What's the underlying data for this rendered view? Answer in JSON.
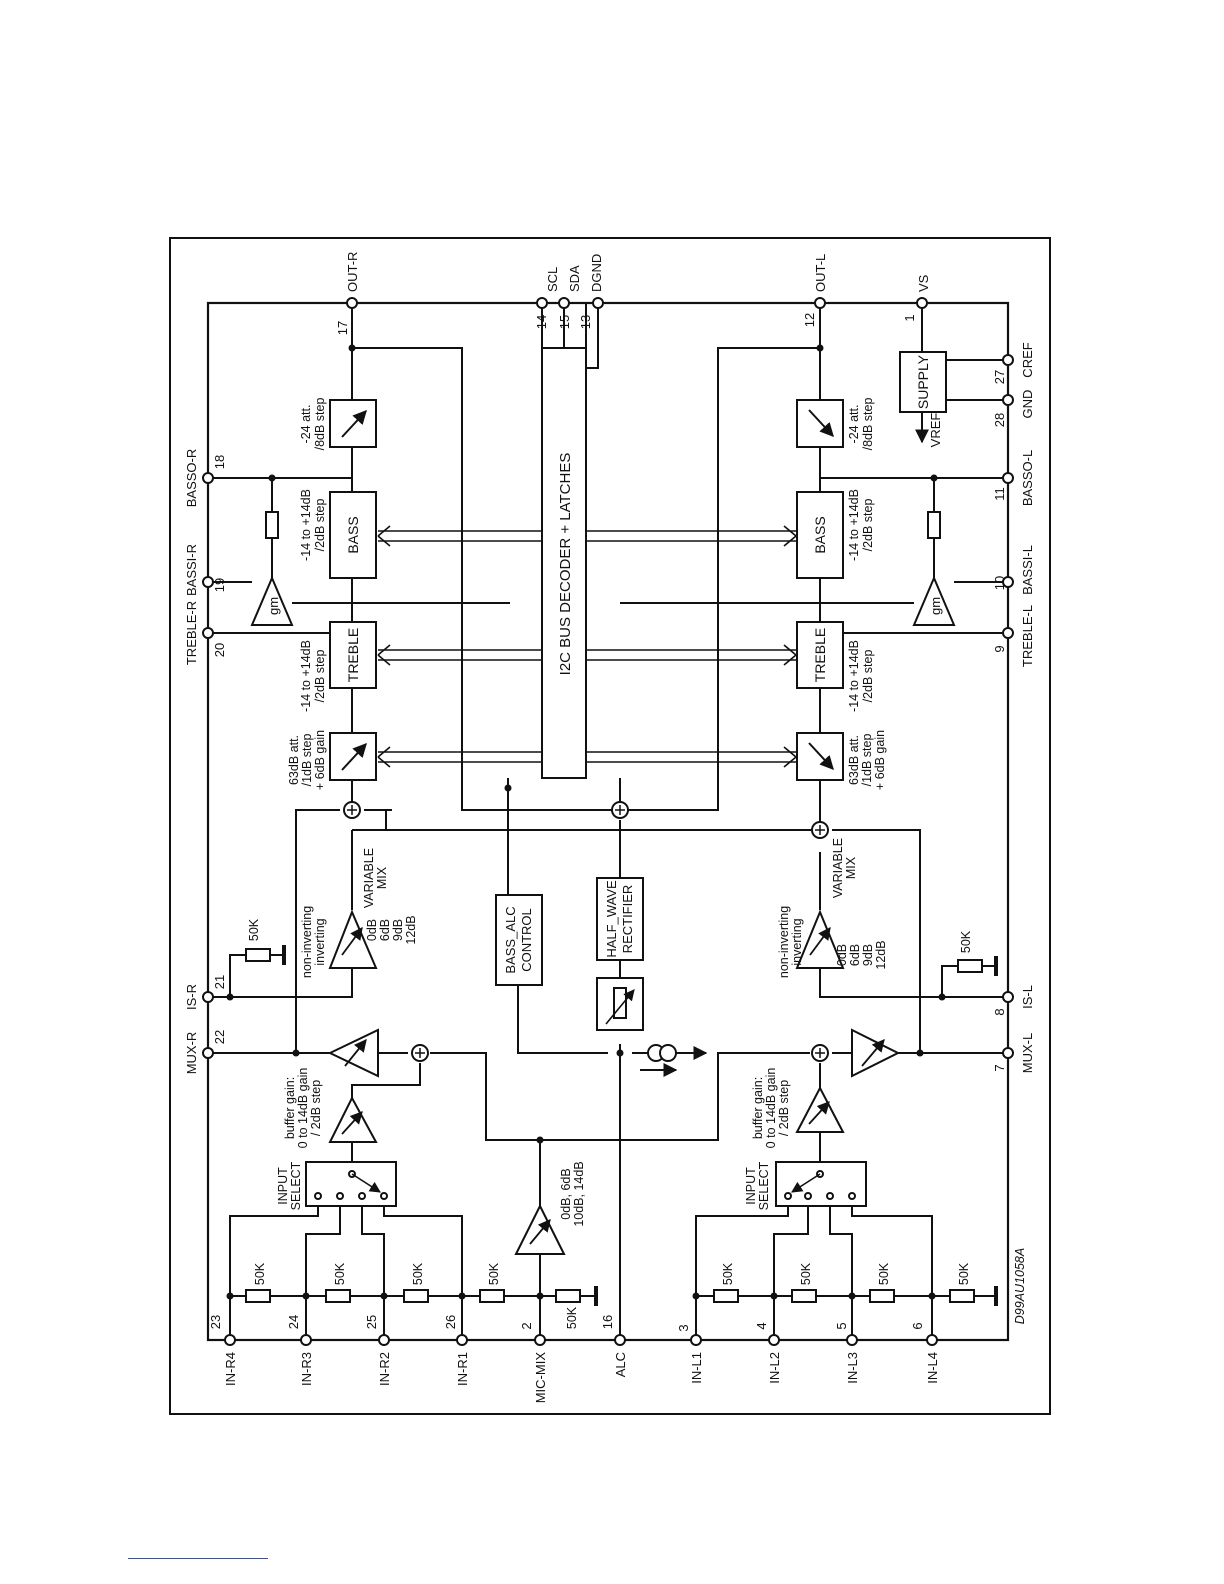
{
  "pins_top": [
    {
      "name": "OUT-R",
      "num": "17"
    },
    {
      "name": "SCL",
      "num": "14"
    },
    {
      "name": "SDA",
      "num": "15"
    },
    {
      "name": "DGND",
      "num": "13"
    },
    {
      "name": "OUT-L",
      "num": "12"
    },
    {
      "name": "VS",
      "num": "1"
    }
  ],
  "pins_left": [
    {
      "name": "BASSO-R",
      "num": "18"
    },
    {
      "name": "BASSI-R",
      "num": "19"
    },
    {
      "name": "TREBLE-R",
      "num": "20"
    },
    {
      "name": "IS-R",
      "num": "21"
    },
    {
      "name": "MUX-R",
      "num": "22"
    }
  ],
  "pins_right": [
    {
      "name": "CREF",
      "num": "27"
    },
    {
      "name": "GND",
      "num": "28"
    },
    {
      "name": "BASSO-L",
      "num": "11"
    },
    {
      "name": "BASSI-L",
      "num": "10"
    },
    {
      "name": "TREBLE-L",
      "num": "9"
    },
    {
      "name": "IS-L",
      "num": "8"
    },
    {
      "name": "MUX-L",
      "num": "7"
    }
  ],
  "pins_bottom": [
    {
      "name": "IN-R4",
      "num": "23"
    },
    {
      "name": "IN-R3",
      "num": "24"
    },
    {
      "name": "IN-R2",
      "num": "25"
    },
    {
      "name": "IN-R1",
      "num": "26"
    },
    {
      "name": "MIC-MIX",
      "num": "2"
    },
    {
      "name": "ALC",
      "num": "16"
    },
    {
      "name": "IN-L1",
      "num": "3"
    },
    {
      "name": "IN-L2",
      "num": "4"
    },
    {
      "name": "IN-L3",
      "num": "5"
    },
    {
      "name": "IN-L4",
      "num": "6"
    }
  ],
  "blocks": {
    "bus_decoder": "I2C BUS DECODER + LATCHES",
    "bass": "BASS",
    "treble": "TREBLE",
    "supply": "SUPPLY",
    "bass_alc": [
      "BASS_ALC",
      "CONTROL"
    ],
    "half_wave": [
      "HALF_WAVE",
      "RECTIFIER"
    ],
    "input_select": [
      "INPUT",
      "SELECT"
    ],
    "gm": "gm"
  },
  "labels": {
    "out_att": [
      "-24 att.",
      "/8dB step"
    ],
    "bass_range": [
      "-14 to +14dB",
      "/2dB step"
    ],
    "treble_range": [
      "-14 to +14dB",
      "/2dB step"
    ],
    "volume": [
      "63dB att.",
      "/1dB step",
      "+ 6dB gain"
    ],
    "variable_mix": [
      "VARIABLE",
      "MIX"
    ],
    "inverting": [
      "non-inverting",
      "inverting"
    ],
    "mix_gains": [
      "0dB",
      "6dB",
      "9dB",
      "12dB"
    ],
    "buffer_gain": [
      "buffer gain:",
      "0 to 14dB gain",
      "/ 2dB step"
    ],
    "mic_gain": [
      "0dB, 6dB",
      "10dB, 14dB"
    ],
    "resistor": "50K",
    "vref": "VREF",
    "drawing_id": "D99AU1058A"
  }
}
